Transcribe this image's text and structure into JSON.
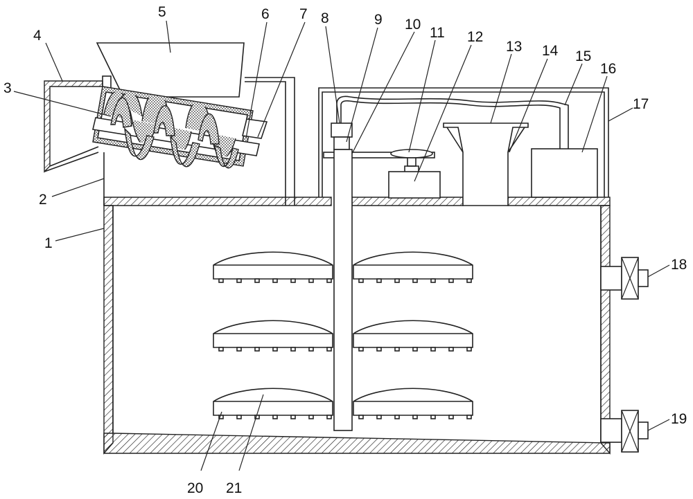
{
  "labels": {
    "l1": "1",
    "l2": "2",
    "l3": "3",
    "l4": "4",
    "l5": "5",
    "l6": "6",
    "l7": "7",
    "l8": "8",
    "l9": "9",
    "l10": "10",
    "l11": "11",
    "l12": "12",
    "l13": "13",
    "l14": "14",
    "l15": "15",
    "l16": "16",
    "l17": "17",
    "l18": "18",
    "l19": "19",
    "l20": "20",
    "l21": "21"
  },
  "colors": {
    "line": "#222222",
    "background": "#ffffff"
  }
}
